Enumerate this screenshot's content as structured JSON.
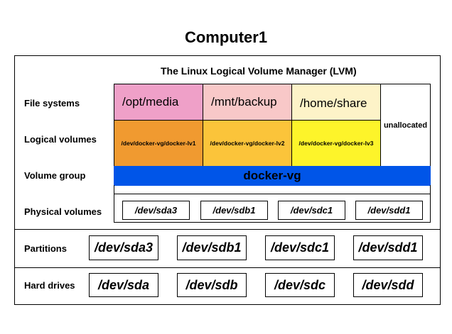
{
  "title": "Computer1",
  "lvm_heading": "The Linux Logical Volume Manager (LVM)",
  "rows": {
    "file_systems": "File systems",
    "logical_volumes": "Logical volumes",
    "volume_group": "Volume group",
    "physical_volumes": "Physical volumes",
    "partitions": "Partitions",
    "hard_drives": "Hard drives"
  },
  "file_systems": [
    "/opt/media",
    "/mnt/backup",
    "/home/share"
  ],
  "logical_volumes": [
    "/dev/docker-vg/docker-lv1",
    "/dev/docker-vg/docker-lv2",
    "/dev/docker-vg/docker-lv3"
  ],
  "unallocated": "unallocated",
  "volume_group": "docker-vg",
  "physical_volumes": [
    "/dev/sda3",
    "/dev/sdb1",
    "/dev/sdc1",
    "/dev/sdd1"
  ],
  "partitions": [
    "/dev/sda3",
    "/dev/sdb1",
    "/dev/sdc1",
    "/dev/sdd1"
  ],
  "hard_drives": [
    "/dev/sda",
    "/dev/sdb",
    "/dev/sdc",
    "/dev/sdd"
  ],
  "colors": {
    "fs": [
      "#efa0c8",
      "#f8c8c8",
      "#fdf3c8"
    ],
    "lv": [
      "#f09a30",
      "#fbc43a",
      "#fdf42a"
    ],
    "vg": "#0055e8"
  }
}
